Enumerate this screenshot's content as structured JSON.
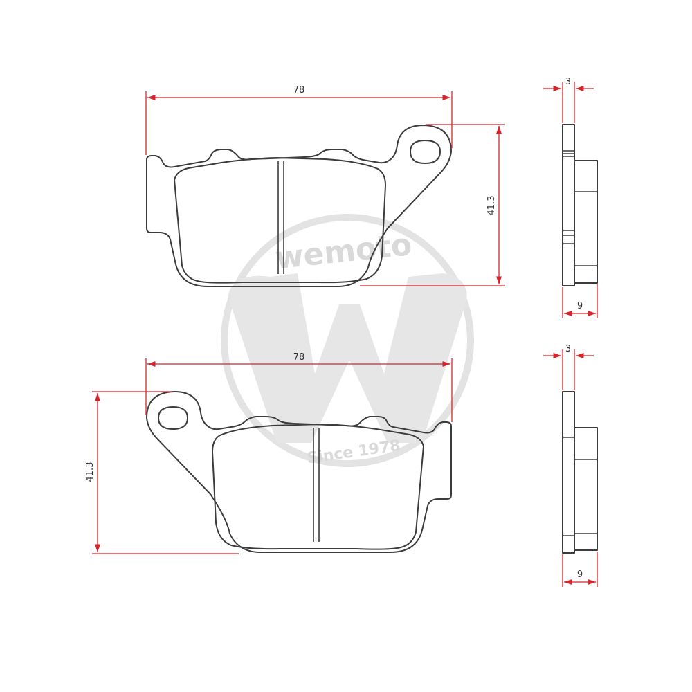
{
  "watermark": {
    "brand": "wemoto",
    "since": "Since 1978",
    "color": "#d9d9d9"
  },
  "dimension_color": "#d8232a",
  "outline_color": "#3c3c3c",
  "top_pad": {
    "width": "78",
    "height": "41.3",
    "backplate_thickness": "3",
    "total_thickness": "9"
  },
  "bottom_pad": {
    "width": "78",
    "height": "41.3",
    "backplate_thickness": "3",
    "total_thickness": "9"
  }
}
